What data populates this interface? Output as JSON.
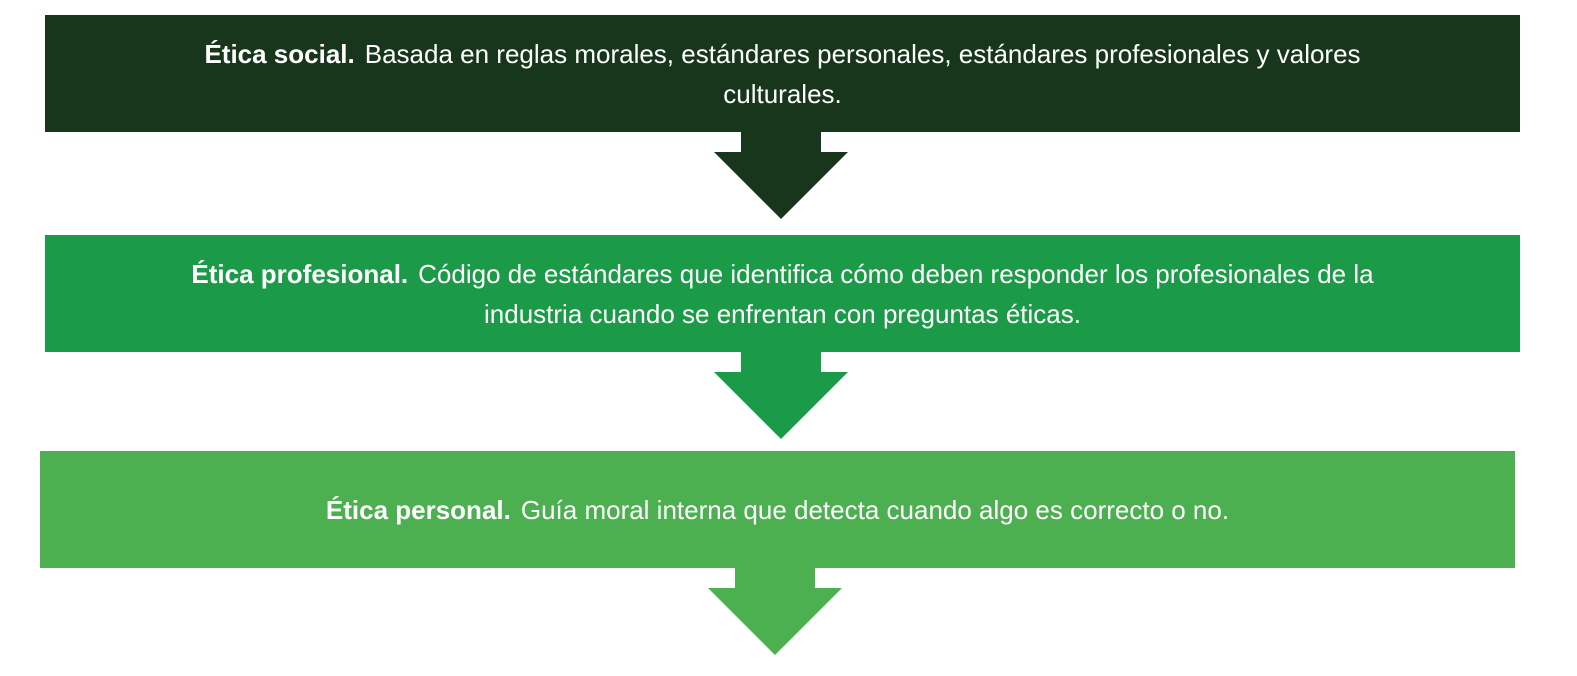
{
  "colors": {
    "level_1": "#18361c",
    "level_2": "#1b9b48",
    "level_3": "#4caf50"
  },
  "levels": [
    {
      "label": "Ética social.",
      "text": "Basada en reglas morales, estándares personales, estándares profesionales y valores culturales."
    },
    {
      "label": "Ética profesional.",
      "text": "Código de estándares que identifica cómo deben responder los profesionales de la industria cuando se enfrentan con preguntas éticas."
    },
    {
      "label": "Ética personal.",
      "text": "Guía moral interna que detecta cuando algo es correcto o no."
    }
  ]
}
